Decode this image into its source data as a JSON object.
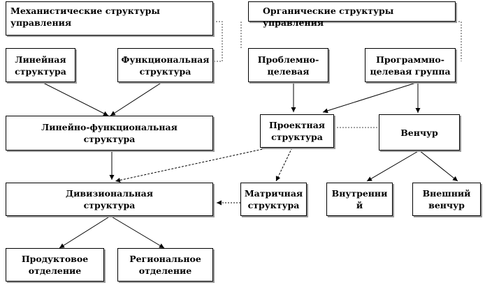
{
  "headers": {
    "mechanistic": "Механистические структуры управления",
    "organic": "Органические структуры  управления"
  },
  "nodes": {
    "linear": "Линейная\nструктура",
    "functional": "Функциональная\nструктура",
    "problem_targeted": "Проблемно-\nцелевая",
    "program_targeted_group": "Программно-\nцелевая группа",
    "linear_functional": "Линейно-функциональная\nструктура",
    "project": "Проектная\nструктура",
    "venture": "Венчур",
    "divisional": "Дивизиональная\nструктура",
    "matrix": "Матричная\nструктура",
    "internal": "Внутренни\nй",
    "external": "Внешний\nвенчур",
    "product_division": "Продуктовое\nотделение",
    "regional_division": "Региональное\nотделение"
  }
}
